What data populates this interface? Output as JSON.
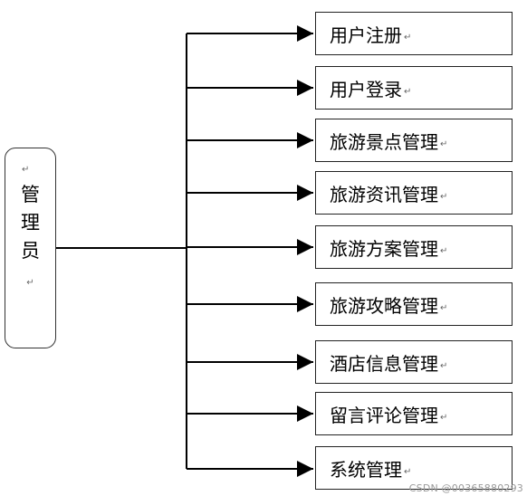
{
  "actor": {
    "label": "管理员",
    "para_mark": "↵"
  },
  "functions": [
    "用户注册",
    "用户登录",
    "旅游景点管理",
    "旅游资讯管理",
    "旅游方案管理",
    "旅游攻略管理",
    "酒店信息管理",
    "留言评论管理",
    "系统管理"
  ],
  "para_mark": "↵",
  "watermark": "CSDN @00365880293"
}
